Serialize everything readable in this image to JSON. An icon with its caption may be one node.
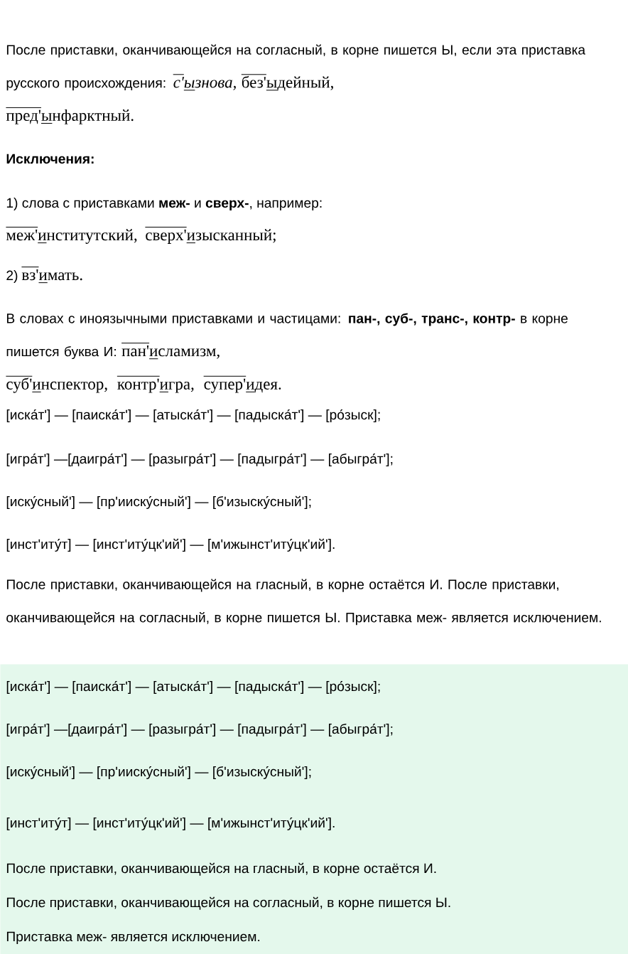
{
  "diagram": {
    "nodes": [
      {
        "text": [
          "[иска́т'] — [паиска́т'] — [атыска́т'] — [падыска́т'] — [ро́зыск];",
          "[игра́т'] —[даигра́т'] — [разыгра́т'] — [падыгра́т'] — [абыгра́т'];",
          "[иску́сный'] — [пр'ииску́сный'] — [б'изыску́сный'];",
          "[инст'иту́т] — [инст'иту́цк'ий'] — [м'ижынст'иту́цк'ий'].",
          "После приставки, оканчивающейся на гласный, в корне остаётся И.",
          "После приставки, оканчивающейся на согласный, в корне пишется Ы.",
          "Приставка меж- является исключением."
        ]
      }
    ],
    "labels": [
      "После приставки, оканчивающейся на согласный, в корне пишется Ы, если эта приставка русского происхождения:",
      "с'ызнова,",
      "без'ыдейный,",
      "пред'ынфарктный.",
      "Исключения:",
      "1) слова с приставками **меж-** и **сверх-**, например:",
      "меж'институтский,",
      "сверх'изысканный;",
      "2)",
      "вз'имать.",
      "В словах с иноязычными приставками и частицами: **пан-, суб-, транс-, контр-** в корне пишется буква И:",
      "пан'исламизм,",
      "суб'инспектор,",
      "контр'игра,",
      "супер'идея.",
      "[иска́т'] — [паиска́т'] — [атыска́т'] — [падыска́т'] — [ро́зыск];",
      "[игра́т'] —[даигра́т'] — [разыгра́т'] — [падыгра́т'] — [абыгра́т'];",
      "[иску́сный'] — [пр'ииску́сный'] — [б'изыску́сный'];",
      "[инст'иту́т] — [инст'иту́цк'ий'] — [м'ижынст'иту́цк'ий'].",
      "После приставки, оканчивающейся на гласный, в корне остаётся И. После приставки, оканчивающейся на согласный, в корне пишется Ы. Приставка меж- является исключением."
    ]
  }
}
